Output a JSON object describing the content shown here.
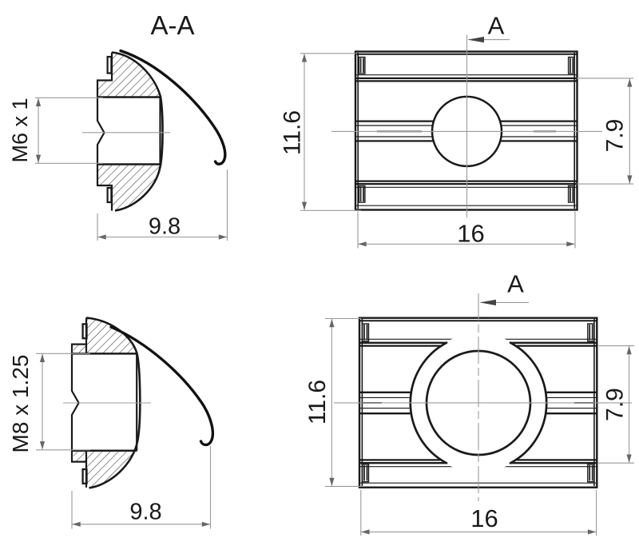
{
  "title": "A-A",
  "views": {
    "m6_section": {
      "thread_label": "M6 x 1",
      "width_label": "9.8"
    },
    "m6_plan": {
      "section_marker": "A",
      "height_label": "11.6",
      "slot_label": "7.9",
      "length_label": "16"
    },
    "m8_section": {
      "thread_label": "M8 x 1.25",
      "width_label": "9.8"
    },
    "m8_plan": {
      "section_marker": "A",
      "height_label": "11.6",
      "slot_label": "7.9",
      "length_label": "16"
    }
  },
  "colors": {
    "line": "#1a1a1a",
    "dim_line": "#999999",
    "arrowhead": "#666666",
    "centerline": "#9c9c9c",
    "background": "#ffffff"
  }
}
